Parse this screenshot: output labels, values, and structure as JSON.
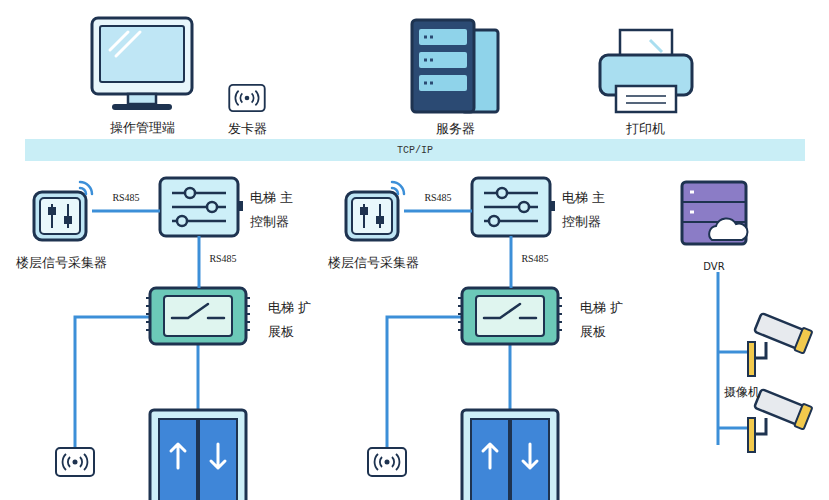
{
  "diagram": {
    "nodes": [
      {
        "text": [
          "操作管理端"
        ]
      },
      {
        "text": [
          "发卡器"
        ]
      },
      {
        "text": [
          "服务器"
        ]
      },
      {
        "text": [
          "打印机"
        ]
      },
      {
        "text": [
          "TCP/IP"
        ]
      },
      {
        "text": [
          "楼层信号采集器"
        ]
      },
      {
        "text": [
          "电梯 主控制器"
        ]
      },
      {
        "text": [
          "电梯 扩展板"
        ]
      },
      {
        "text": [
          "楼层信号采集器"
        ]
      },
      {
        "text": [
          "电梯 主控制器"
        ]
      },
      {
        "text": [
          "电梯 扩展板"
        ]
      },
      {
        "text": [
          "DVR"
        ]
      }
    ],
    "edges": [
      {
        "from": 5,
        "to": 6,
        "label": "RS485",
        "arrow": "none"
      },
      {
        "from": 6,
        "to": 7,
        "label": "RS485",
        "arrow": "none"
      },
      {
        "from": 8,
        "to": 9,
        "label": "RS485",
        "arrow": "none"
      },
      {
        "from": 9,
        "to": 10,
        "label": "RS485",
        "arrow": "none"
      }
    ],
    "labels": [
      "摄像机"
    ]
  }
}
